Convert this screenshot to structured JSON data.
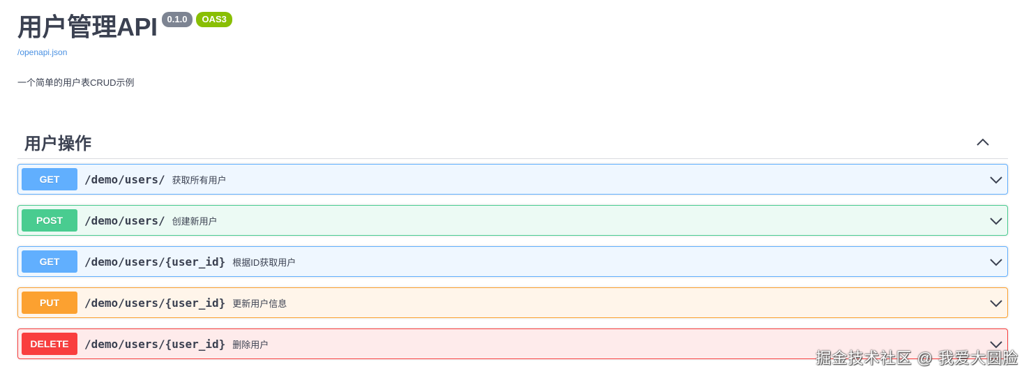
{
  "info": {
    "title": "用户管理API",
    "version": "0.1.0",
    "oas_badge": "OAS3",
    "spec_link": "/openapi.json",
    "description": "一个简单的用户表CRUD示例"
  },
  "section": {
    "title": "用户操作",
    "collapse_icon": "chevron-up-icon"
  },
  "operations": [
    {
      "method": "GET",
      "path": "/demo/users/",
      "summary": "获取所有用户",
      "color": "#61affe"
    },
    {
      "method": "POST",
      "path": "/demo/users/",
      "summary": "创建新用户",
      "color": "#49cc90"
    },
    {
      "method": "GET",
      "path": "/demo/users/{user_id}",
      "summary": "根据ID获取用户",
      "color": "#61affe"
    },
    {
      "method": "PUT",
      "path": "/demo/users/{user_id}",
      "summary": "更新用户信息",
      "color": "#fca130"
    },
    {
      "method": "DELETE",
      "path": "/demo/users/{user_id}",
      "summary": "删除用户",
      "color": "#f93e3e"
    }
  ],
  "watermark": "掘金技术社区 @ 我爱大圆脸"
}
